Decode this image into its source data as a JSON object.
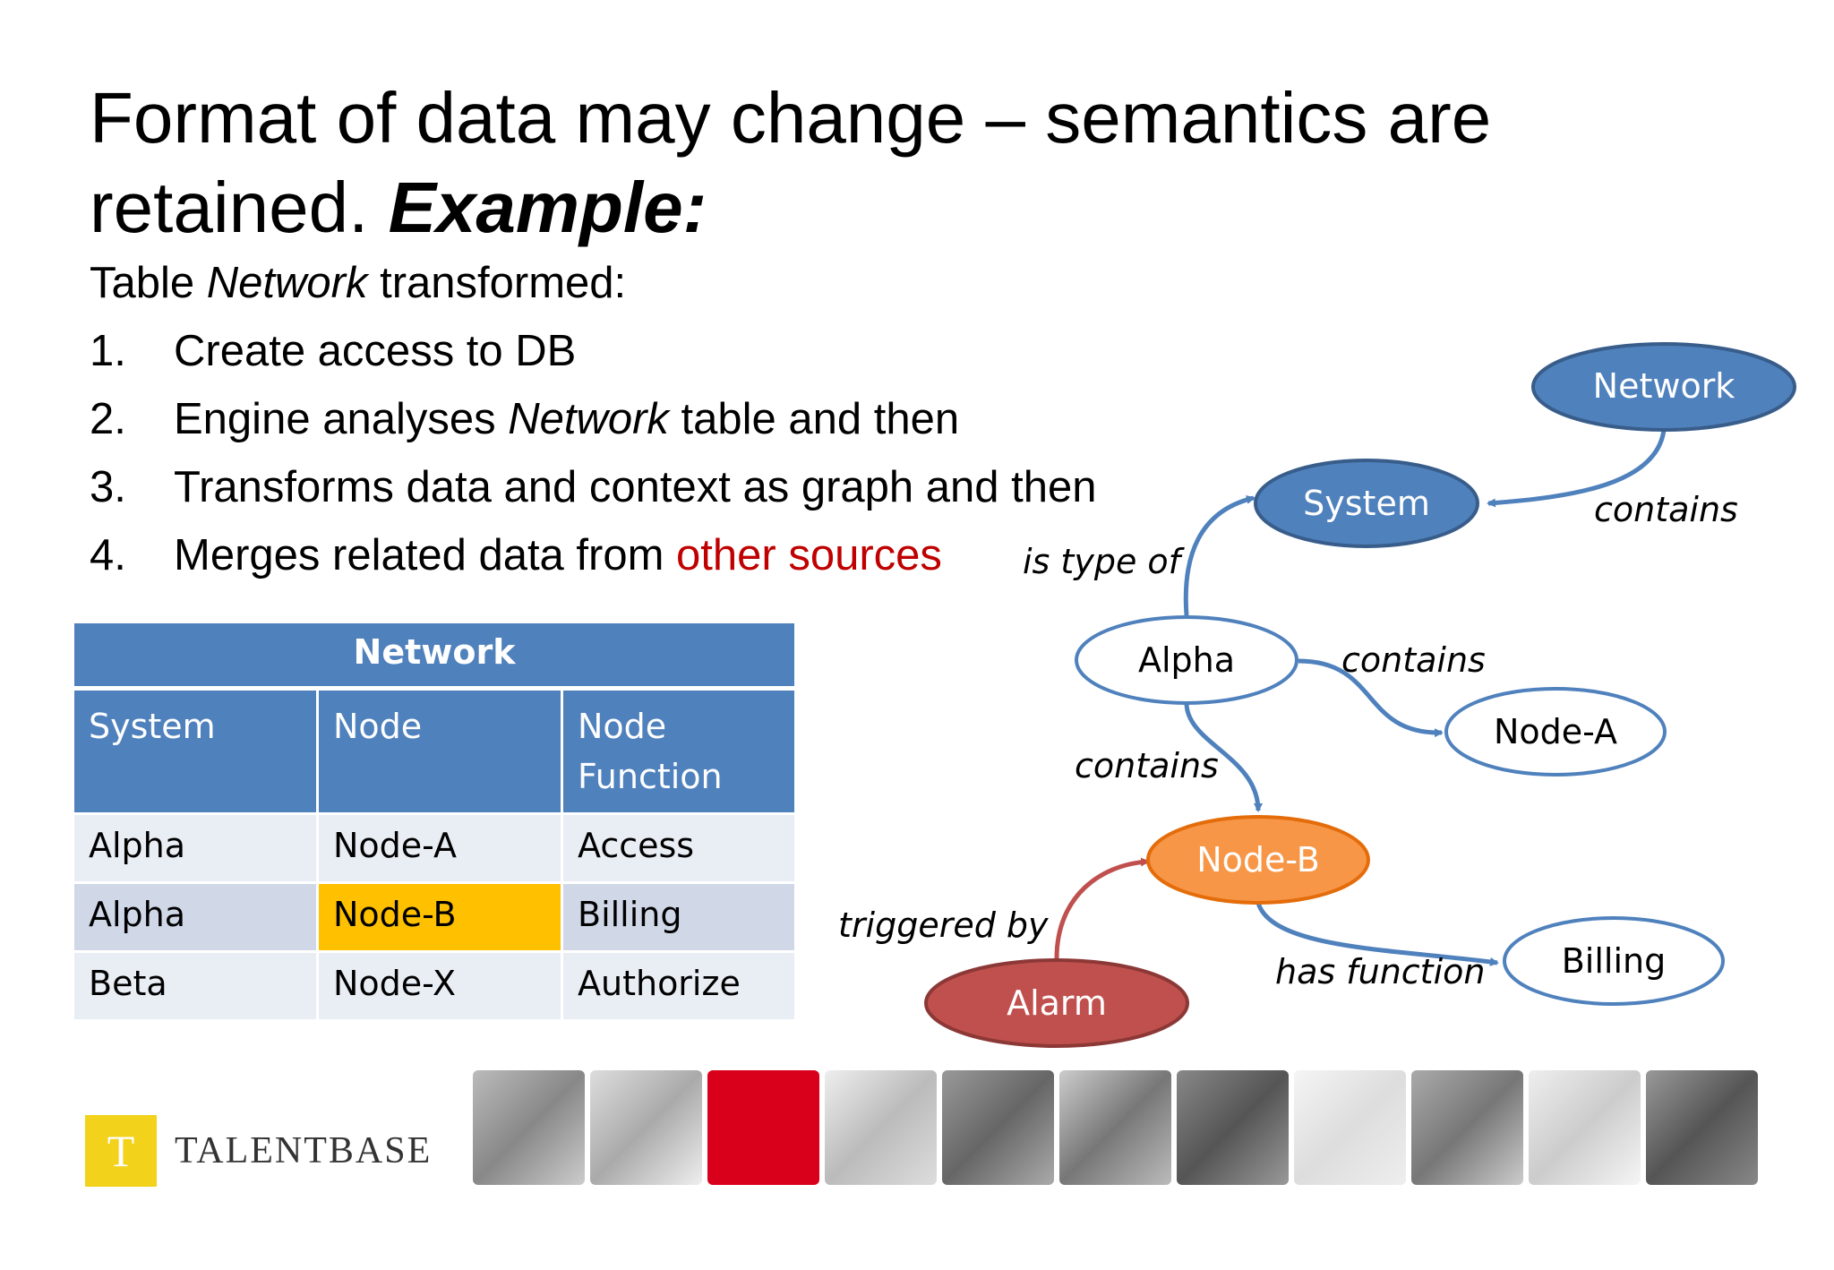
{
  "title": {
    "line1": "Format of data may change – semantics are",
    "line2_plain": "retained. ",
    "line2_emph": "Example:"
  },
  "intro": {
    "prefix": "Table ",
    "emph": "Network",
    "suffix": " transformed:"
  },
  "steps": [
    {
      "num": "1.",
      "text": "Create access to DB"
    },
    {
      "num": "2.",
      "pre": "Engine analyses ",
      "emph": "Network",
      "post": " table and then"
    },
    {
      "num": "3.",
      "text": "Transforms data and context as graph and then"
    },
    {
      "num": "4.",
      "pre": "Merges related data from ",
      "highlight": "other sources"
    }
  ],
  "table": {
    "caption": "Network",
    "headers": [
      "System",
      "Node",
      "Node Function"
    ],
    "rows": [
      [
        "Alpha",
        "Node-A",
        "Access"
      ],
      [
        "Alpha",
        "Node-B",
        "Billing"
      ],
      [
        "Beta",
        "Node-X",
        "Authorize"
      ]
    ]
  },
  "graph": {
    "nodes": {
      "network": "Network",
      "system": "System",
      "alpha": "Alpha",
      "node_a": "Node-A",
      "node_b": "Node-B",
      "billing": "Billing",
      "alarm": "Alarm"
    },
    "edges": {
      "network_system": "contains",
      "alpha_system": "is type of",
      "alpha_node_a": "contains",
      "alpha_node_b": "contains",
      "node_b_billing": "has function",
      "alarm_node_b": "triggered by"
    }
  },
  "colors": {
    "blue_dark": "#4f81bd",
    "orange": "#f79646",
    "red": "#c0504d",
    "highlight": "#ffc000",
    "text_red": "#c00000"
  },
  "logo": {
    "mark": "T",
    "name": "TALENTBASE"
  }
}
